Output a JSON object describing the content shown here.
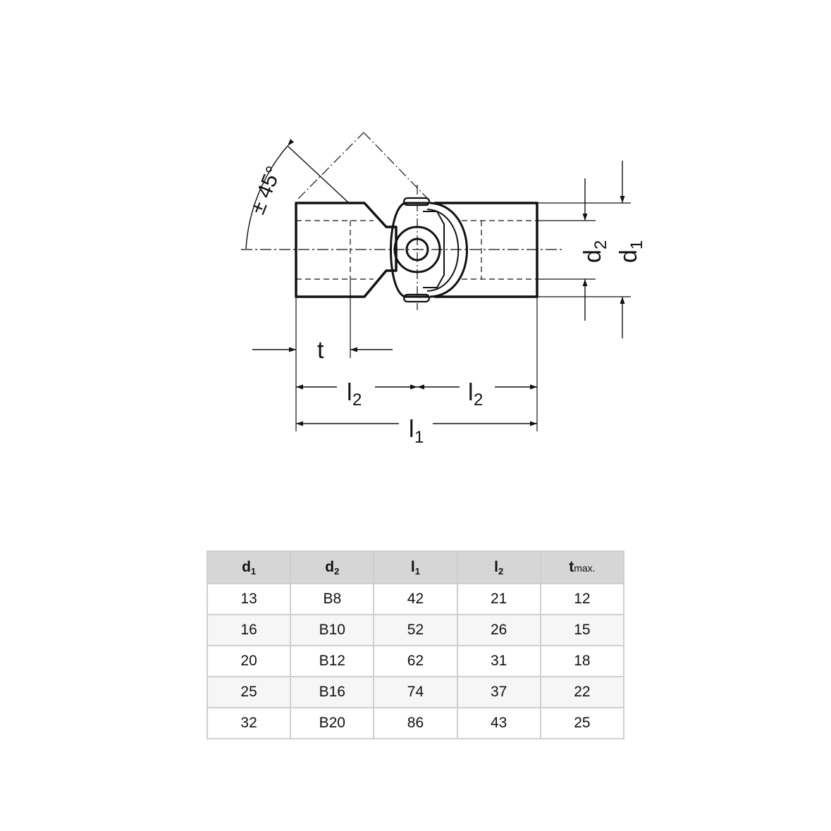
{
  "diagram": {
    "angle_label": "± 45°",
    "dim_t": "t",
    "dim_l_base": "l",
    "dim_l2_sub": "2",
    "dim_l1_sub": "1",
    "dim_d_base": "d",
    "dim_d2_sub": "2",
    "dim_d1_sub": "1"
  },
  "table": {
    "headers": [
      {
        "base": "d",
        "sub": "1"
      },
      {
        "base": "d",
        "sub": "2"
      },
      {
        "base": "l",
        "sub": "1"
      },
      {
        "base": "l",
        "sub": "2"
      },
      {
        "base": "t",
        "sub": "max."
      }
    ],
    "rows": [
      [
        "13",
        "B8",
        "42",
        "21",
        "12"
      ],
      [
        "16",
        "B10",
        "52",
        "26",
        "15"
      ],
      [
        "20",
        "B12",
        "62",
        "31",
        "18"
      ],
      [
        "25",
        "B16",
        "74",
        "37",
        "22"
      ],
      [
        "32",
        "B20",
        "86",
        "43",
        "25"
      ]
    ]
  }
}
